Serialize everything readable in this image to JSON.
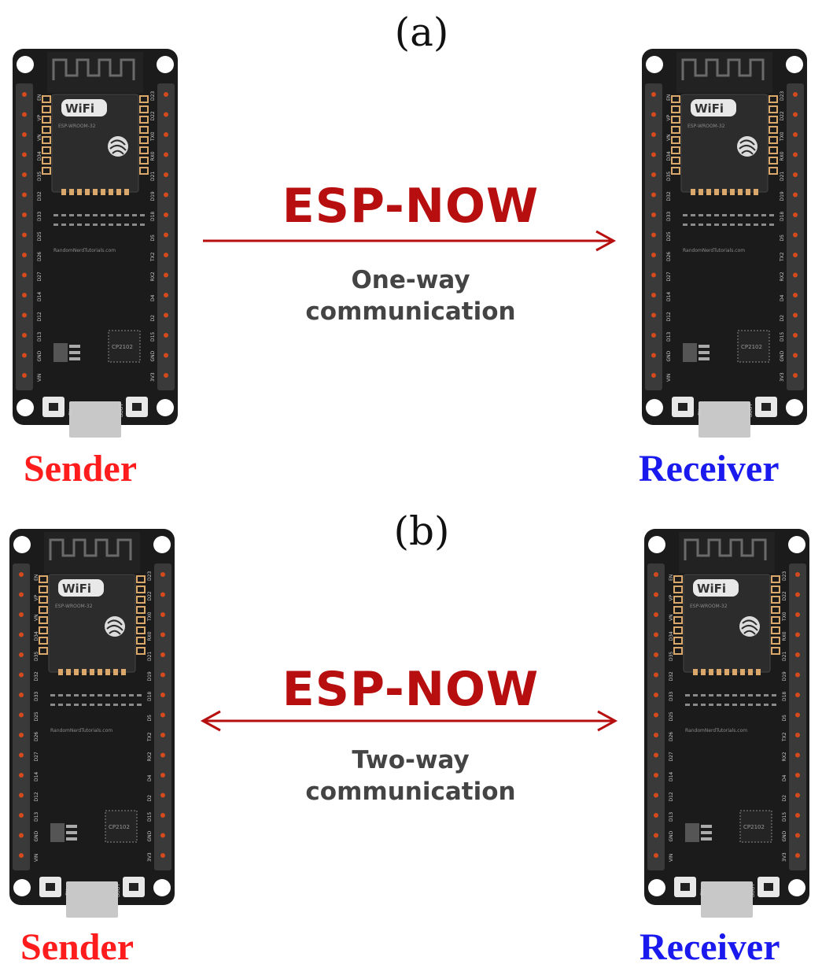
{
  "colors": {
    "accent": "#b70f0f",
    "sender": "#ff1c1c",
    "receiver": "#1a1aee",
    "caption": "#444444",
    "board": "#1b1b1b",
    "usb": "#c8c8c8"
  },
  "board_text": {
    "wifi": "WiFi",
    "module": "ESP-WROOM-32",
    "website": "RandomNerdTutorials.com",
    "chip": "CP2102",
    "en": "EN",
    "boot": "BOOT",
    "left_pins": [
      "EN",
      "VP",
      "VN",
      "D34",
      "D35",
      "D32",
      "D33",
      "D25",
      "D26",
      "D27",
      "D14",
      "D12",
      "D13",
      "GND",
      "VIN"
    ],
    "right_pins": [
      "D23",
      "D22",
      "TX0",
      "RX0",
      "D21",
      "D19",
      "D18",
      "D5",
      "TX2",
      "RX2",
      "D4",
      "D2",
      "D15",
      "GND",
      "3V3"
    ]
  },
  "panels": [
    {
      "label": "(a)",
      "protocol": "ESP-NOW",
      "caption_line1": "One-way",
      "caption_line2": "communication",
      "arrow": "one-way",
      "sender_label": "Sender",
      "receiver_label": "Receiver"
    },
    {
      "label": "(b)",
      "protocol": "ESP-NOW",
      "caption_line1": "Two-way",
      "caption_line2": "communication",
      "arrow": "two-way",
      "sender_label": "Sender",
      "receiver_label": "Receiver"
    }
  ]
}
